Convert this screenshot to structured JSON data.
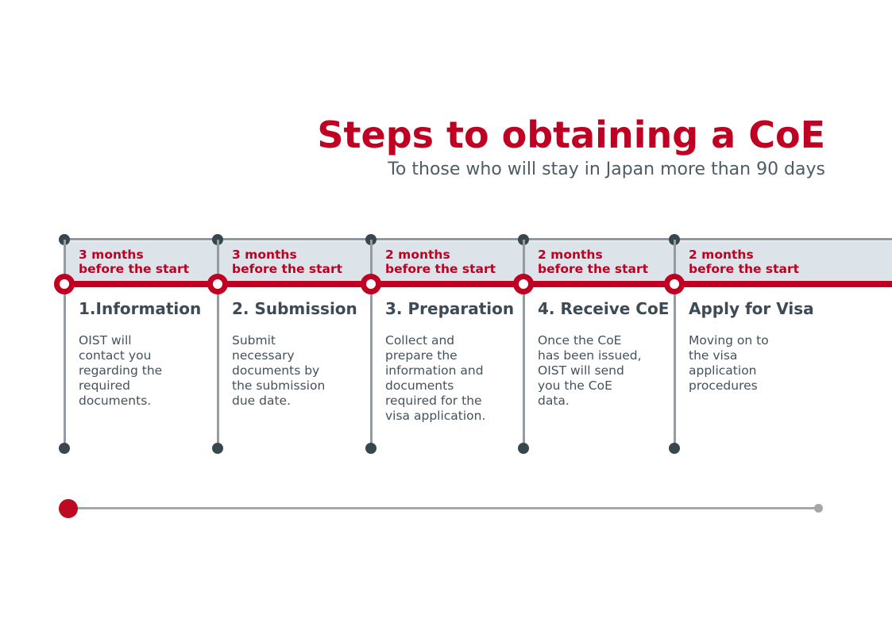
{
  "header": {
    "title": "Steps to obtaining a CoE",
    "subtitle": "To those who will stay in Japan more than 90 days"
  },
  "timeline": {
    "steps": [
      {
        "timing": "3 months\nbefore the start",
        "title": "1.Information",
        "description": "OIST will\ncontact you\nregarding the\nrequired\ndocuments."
      },
      {
        "timing": "3 months\nbefore the start",
        "title": "2. Submission",
        "description": "Submit\nnecessary\ndocuments by\nthe submission\ndue date."
      },
      {
        "timing": "2 months\nbefore the start",
        "title": "3. Preparation",
        "description": "Collect and\nprepare the\ninformation and\ndocuments\nrequired for the\nvisa application."
      },
      {
        "timing": "2 months\nbefore the start",
        "title": "4. Receive CoE",
        "description": "Once the CoE\nhas been issued,\nOIST will send\nyou the CoE\ndata."
      },
      {
        "timing": "2 months\nbefore the start",
        "title": "Apply for Visa",
        "description": "Moving on to\nthe visa\napplication\nprocedures"
      }
    ]
  },
  "colors": {
    "accent_red": "#c00023",
    "node_slate": "#37474f",
    "text_slate": "#3c4b55",
    "band_background": "#dce3e9",
    "connector_gray": "#949ca2",
    "progress_gray": "#a6a9ac"
  }
}
